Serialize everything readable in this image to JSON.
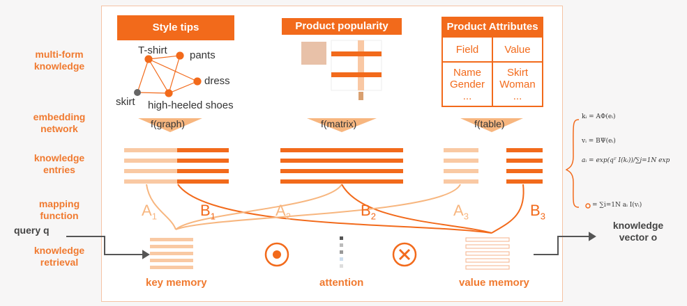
{
  "row_labels": [
    "multi-form knowledge",
    "embedding network",
    "knowledge entries",
    "mapping function",
    "knowledge retrieval"
  ],
  "headers": {
    "style": "Style tips",
    "popularity": "Product popularity",
    "attributes": "Product Attributes"
  },
  "graph_nodes": [
    "T-shirt",
    "pants",
    "dress",
    "skirt",
    "high-heeled shoes"
  ],
  "table": {
    "h1": "Field",
    "h2": "Value",
    "c1": [
      "Name",
      "Gender",
      "..."
    ],
    "c2": [
      "Skirt",
      "Woman",
      "..."
    ]
  },
  "functions": [
    "f(graph)",
    "f(matrix)",
    "f(table)"
  ],
  "mappings": [
    "A",
    "1",
    "B",
    "1",
    "A",
    "2",
    "B",
    "2",
    "A",
    "3",
    "B",
    "3"
  ],
  "query": "query q",
  "output": "knowledge vector o",
  "captions": {
    "key": "key memory",
    "attention": "attention",
    "value": "value memory"
  },
  "formulas": [
    "kᵢ = AΦ(eᵢ)",
    "vᵢ = BΨ(eᵢ)",
    "aᵢ = exp(qᵀ I(kᵢ))/∑j=1N exp",
    "= ∑i=1N aᵢ I(vᵢ)"
  ],
  "formula_o": "o",
  "colors": {
    "accent": "#f26a1b",
    "light": "#f7b98e"
  }
}
